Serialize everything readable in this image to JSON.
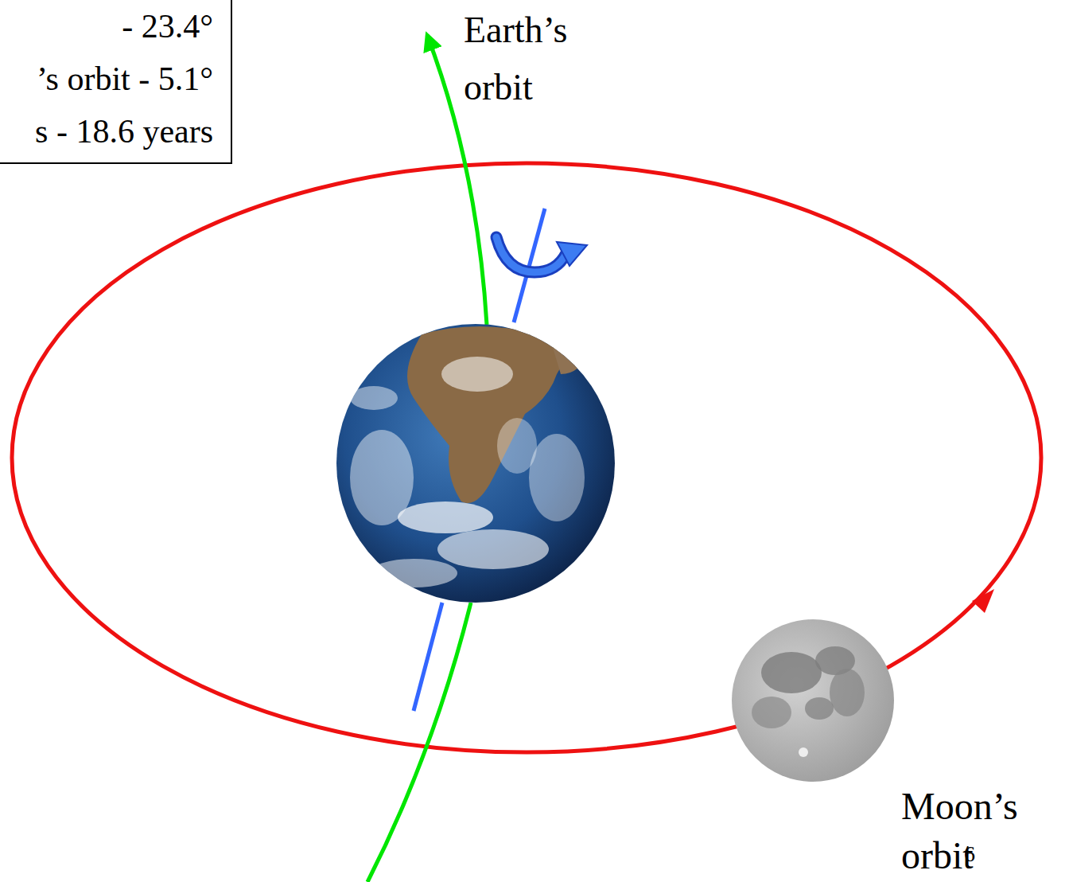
{
  "diagram": {
    "nodes": [
      {
        "text": [
          "- 23.4°",
          "’s orbit - 5.1°",
          "s - 18.6 years"
        ]
      }
    ],
    "labels": [
      "Earth’s orbit",
      "Moon’s orbit",
      "6"
    ]
  }
}
